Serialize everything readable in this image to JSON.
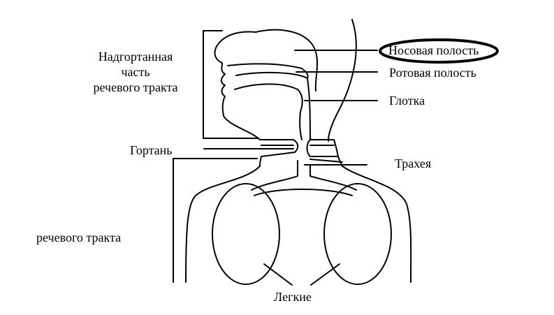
{
  "diagram": {
    "labels": {
      "supraglottal_line1": "Надгортанная",
      "supraglottal_line2": "часть",
      "supraglottal_line3": "речевого тракта",
      "nasal_cavity": "Носовая полость",
      "oral_cavity": "Ротовая полость",
      "pharynx": "Глотка",
      "larynx": "Гортань",
      "trachea": "Трахея",
      "subglottal": "речевого тракта",
      "lungs": "Легкие"
    },
    "colors": {
      "ink": "#000000",
      "background": "#ffffff"
    },
    "highlight": "nasal_cavity"
  }
}
